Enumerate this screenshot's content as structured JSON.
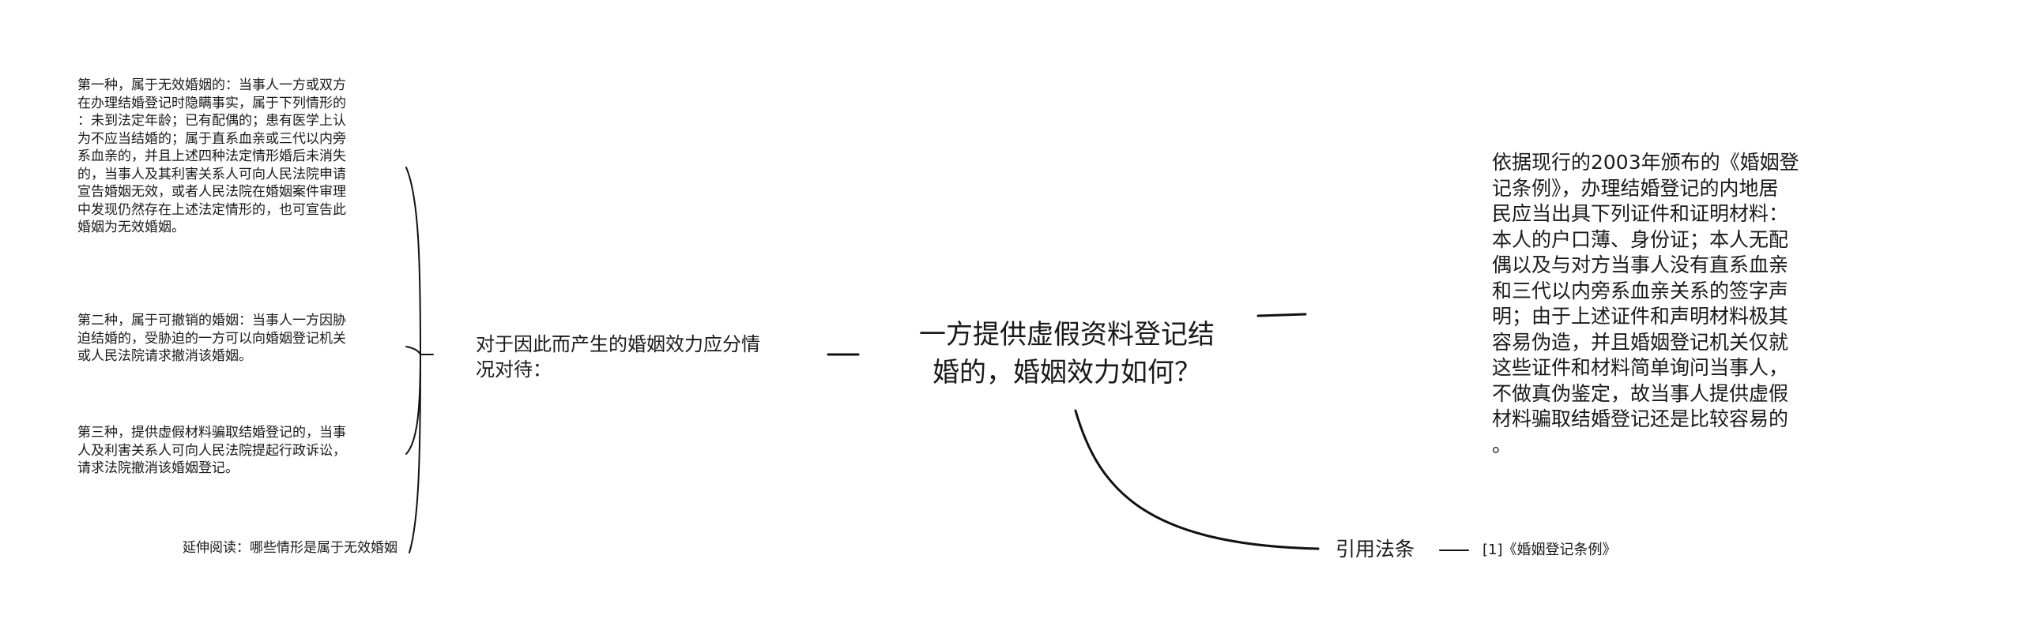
{
  "central": {
    "text": "一方提供虚假资料登记结\n婚的，婚姻效力如何？"
  },
  "right_branch": {
    "text": "依据现行的2003年颁布的《婚姻登\n记条例》，办理结婚登记的内地居\n民应当出具下列证件和证明材料：\n本人的户口薄、身份证；本人无配\n偶以及与对方当事人没有直系血亲\n和三代以内旁系血亲关系的签字声\n明；由于上述证件和声明材料极其\n容易伪造，并且婚姻登记机关仅就\n这些证件和材料简单询问当事人，\n不做真伪鉴定，故当事人提供虚假\n材料骗取结婚登记还是比较容易的\n。"
  },
  "left_branch": {
    "text": "对于因此而产生的婚姻效力应分情\n况对待：",
    "children": [
      "第一种，属于无效婚姻的：当事人一方或双方\n在办理结婚登记时隐瞒事实，属于下列情形的\n：未到法定年龄；已有配偶的；患有医学上认\n为不应当结婚的；属于直系血亲或三代以内旁\n系血亲的，并且上述四种法定情形婚后未消失\n的，当事人及其利害关系人可向人民法院申请\n宣告婚姻无效，或者人民法院在婚姻案件审理\n中发现仍然存在上述法定情形的，也可宣告此\n婚姻为无效婚姻。",
      "第二种，属于可撤销的婚姻：当事人一方因胁\n迫结婚的，受胁迫的一方可以向婚姻登记机关\n或人民法院请求撤消该婚姻。",
      "第三种，提供虚假材料骗取结婚登记的，当事\n人及利害关系人可向人民法院提起行政诉讼，\n请求法院撤消该婚姻登记。",
      "延伸阅读：哪些情形是属于无效婚姻"
    ]
  },
  "law_branch": {
    "label": "引用法条",
    "reference": "[1]《婚姻登记条例》"
  },
  "colors": {
    "line": "#111111",
    "text": "#1a1a1a",
    "background": "#ffffff"
  }
}
